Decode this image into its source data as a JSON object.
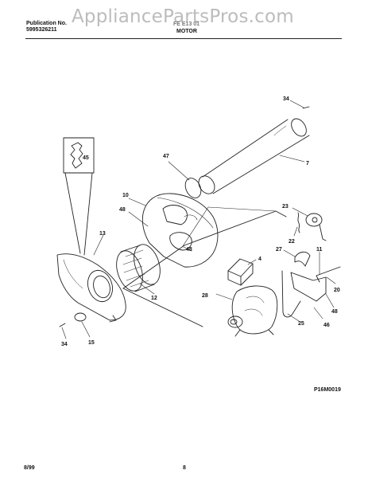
{
  "header": {
    "publication_label": "Publication No.",
    "publication_number": "5995326211",
    "watermark": "AppliancePartsPros.com",
    "model": "FE E13 01",
    "section_title": "MOTOR"
  },
  "diagram": {
    "callouts": [
      "34",
      "47",
      "7",
      "10",
      "48",
      "13",
      "45",
      "23",
      "22",
      "27",
      "11",
      "48",
      "4",
      "20",
      "28",
      "48",
      "46",
      "12",
      "25",
      "34",
      "15"
    ],
    "figure_id": "P16M0019"
  },
  "footer": {
    "date": "8/99",
    "page": "8"
  }
}
